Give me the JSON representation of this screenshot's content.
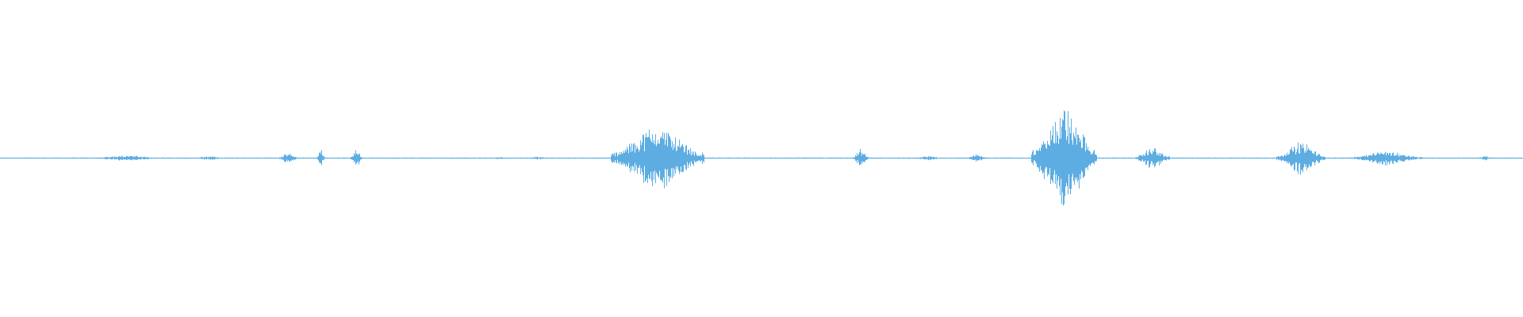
{
  "waveform": {
    "color": "#5dade2",
    "background": "#ffffff",
    "duration_fraction_note_free": null,
    "activity": [
      {
        "start": 0.0,
        "end": 0.02,
        "peak": 0.003
      },
      {
        "start": 0.06,
        "end": 0.105,
        "peak": 0.025
      },
      {
        "start": 0.125,
        "end": 0.15,
        "peak": 0.015
      },
      {
        "start": 0.182,
        "end": 0.196,
        "peak": 0.04
      },
      {
        "start": 0.208,
        "end": 0.213,
        "peak": 0.09
      },
      {
        "start": 0.23,
        "end": 0.238,
        "peak": 0.075
      },
      {
        "start": 0.32,
        "end": 0.335,
        "peak": 0.01
      },
      {
        "start": 0.343,
        "end": 0.365,
        "peak": 0.012
      },
      {
        "start": 0.401,
        "end": 0.462,
        "peak": 0.29
      },
      {
        "start": 0.56,
        "end": 0.57,
        "peak": 0.075
      },
      {
        "start": 0.6,
        "end": 0.62,
        "peak": 0.018
      },
      {
        "start": 0.635,
        "end": 0.647,
        "peak": 0.04
      },
      {
        "start": 0.677,
        "end": 0.72,
        "peak": 0.43
      },
      {
        "start": 0.745,
        "end": 0.768,
        "peak": 0.09
      },
      {
        "start": 0.838,
        "end": 0.87,
        "peak": 0.14
      },
      {
        "start": 0.885,
        "end": 0.935,
        "peak": 0.06
      },
      {
        "start": 0.97,
        "end": 0.98,
        "peak": 0.02
      }
    ]
  }
}
